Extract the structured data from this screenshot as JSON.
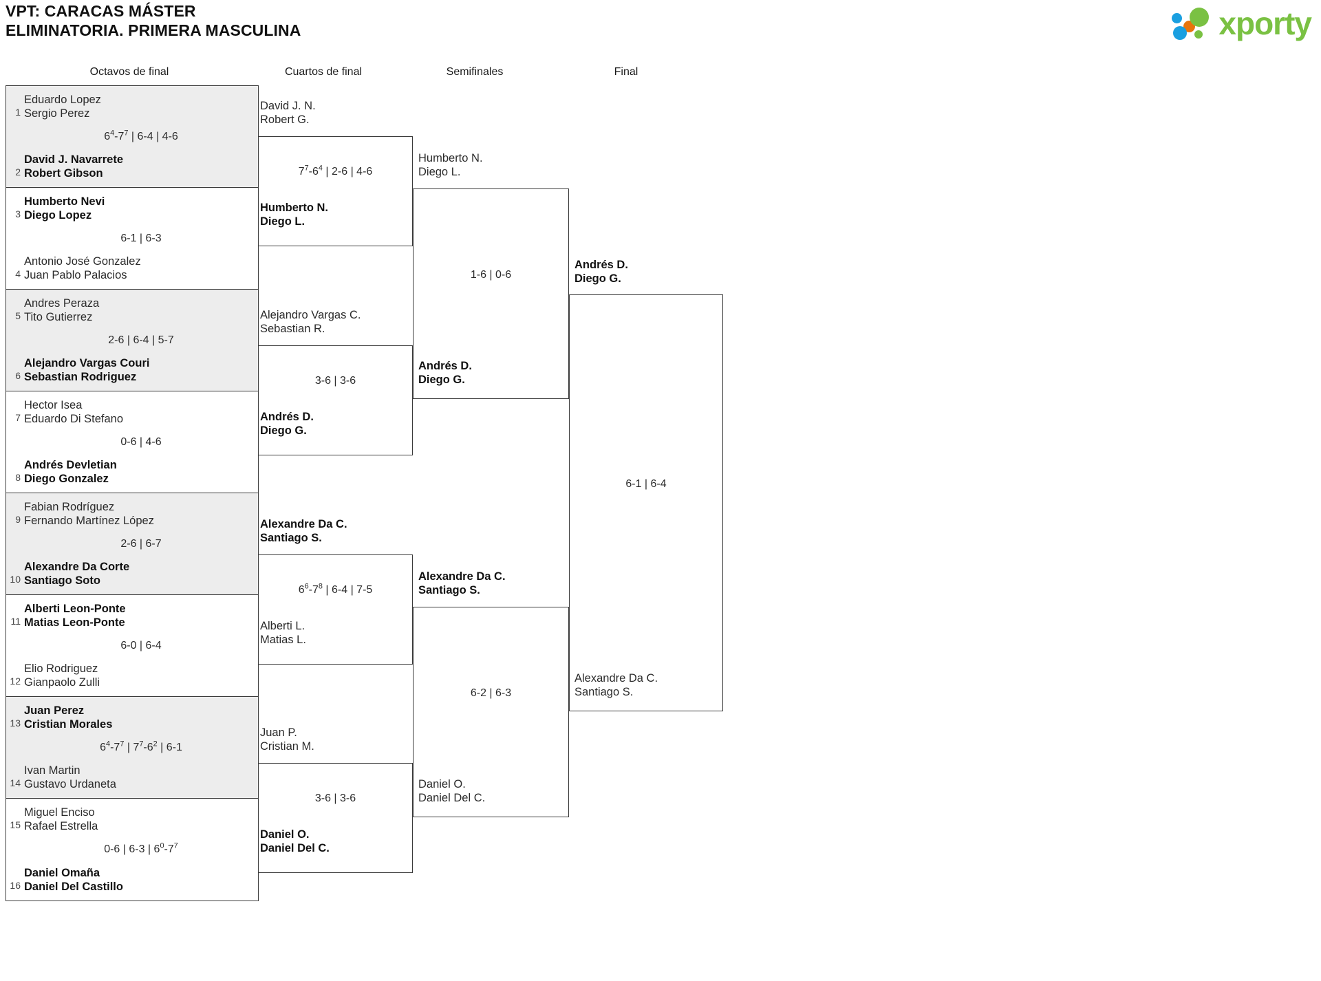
{
  "header": {
    "title_line1": "VPT: CARACAS MÁSTER",
    "title_line2": "ELIMINATORIA. PRIMERA MASCULINA",
    "logo_word": "xporty"
  },
  "rounds": [
    {
      "label": "Octavos de final"
    },
    {
      "label": "Cuartos de final"
    },
    {
      "label": "Semifinales"
    },
    {
      "label": "Final"
    }
  ],
  "bracket": {
    "round1": [
      {
        "seed_top": "1",
        "top_line1": "Eduardo Lopez",
        "top_line2": "Sergio Perez",
        "top_winner": false,
        "seed_bot": "2",
        "bot_line1": "David J. Navarrete",
        "bot_line2": "Robert Gibson",
        "bot_winner": true,
        "score": "6⁴-7⁷ | 6-4 | 4-6"
      },
      {
        "seed_top": "3",
        "top_line1": "Humberto Nevi",
        "top_line2": "Diego Lopez",
        "top_winner": true,
        "seed_bot": "4",
        "bot_line1": "Antonio José Gonzalez",
        "bot_line2": "Juan Pablo Palacios",
        "bot_winner": false,
        "score": "6-1 | 6-3"
      },
      {
        "seed_top": "5",
        "top_line1": "Andres Peraza",
        "top_line2": "Tito Gutierrez",
        "top_winner": false,
        "seed_bot": "6",
        "bot_line1": "Alejandro Vargas Couri",
        "bot_line2": "Sebastian Rodriguez",
        "bot_winner": true,
        "score": "2-6 | 6-4 | 5-7"
      },
      {
        "seed_top": "7",
        "top_line1": "Hector Isea",
        "top_line2": "Eduardo Di Stefano",
        "top_winner": false,
        "seed_bot": "8",
        "bot_line1": "Andrés Devletian",
        "bot_line2": "Diego Gonzalez",
        "bot_winner": true,
        "score": "0-6 | 4-6"
      },
      {
        "seed_top": "9",
        "top_line1": "Fabian Rodríguez",
        "top_line2": "Fernando Martínez López",
        "top_winner": false,
        "seed_bot": "10",
        "bot_line1": "Alexandre Da Corte",
        "bot_line2": "Santiago Soto",
        "bot_winner": true,
        "score": "2-6 | 6-7"
      },
      {
        "seed_top": "11",
        "top_line1": "Alberti Leon-Ponte",
        "top_line2": "Matias Leon-Ponte",
        "top_winner": true,
        "seed_bot": "12",
        "bot_line1": "Elio Rodriguez",
        "bot_line2": "Gianpaolo Zulli",
        "bot_winner": false,
        "score": "6-0 | 6-4"
      },
      {
        "seed_top": "13",
        "top_line1": "Juan Perez",
        "top_line2": "Cristian Morales",
        "top_winner": true,
        "seed_bot": "14",
        "bot_line1": "Ivan Martin",
        "bot_line2": "Gustavo Urdaneta",
        "bot_winner": false,
        "score": "6⁴-7⁷ | 7⁷-6² | 6-1"
      },
      {
        "seed_top": "15",
        "top_line1": "Miguel Enciso",
        "top_line2": "Rafael Estrella",
        "top_winner": false,
        "seed_bot": "16",
        "bot_line1": "Daniel Omaña",
        "bot_line2": "Daniel Del Castillo",
        "bot_winner": true,
        "score": "0-6 | 6-3 | 6⁰-7⁷"
      }
    ],
    "round2": [
      {
        "top_line1": "David J. N.",
        "top_line2": "Robert G.",
        "top_winner": false,
        "bot_line1": "Humberto N.",
        "bot_line2": "Diego L.",
        "bot_winner": true,
        "score": "7⁷-6⁴ | 2-6 | 4-6"
      },
      {
        "top_line1": "Alejandro Vargas C.",
        "top_line2": "Sebastian R.",
        "top_winner": false,
        "bot_line1": "Andrés D.",
        "bot_line2": "Diego G.",
        "bot_winner": true,
        "score": "3-6 | 3-6"
      },
      {
        "top_line1": "Alexandre Da C.",
        "top_line2": "Santiago S.",
        "top_winner": true,
        "bot_line1": "Alberti L.",
        "bot_line2": "Matias L.",
        "bot_winner": false,
        "score": "6⁶-7⁸ | 6-4 | 7-5"
      },
      {
        "top_line1": "Juan P.",
        "top_line2": "Cristian M.",
        "top_winner": false,
        "bot_line1": "Daniel O.",
        "bot_line2": "Daniel Del C.",
        "bot_winner": true,
        "score": "3-6 | 3-6"
      }
    ],
    "round3": [
      {
        "top_line1": "Humberto N.",
        "top_line2": "Diego L.",
        "top_winner": false,
        "bot_line1": "Andrés D.",
        "bot_line2": "Diego G.",
        "bot_winner": true,
        "score": "1-6 | 0-6"
      },
      {
        "top_line1": "Alexandre Da C.",
        "top_line2": "Santiago S.",
        "top_winner": true,
        "bot_line1": "Daniel O.",
        "bot_line2": "Daniel Del C.",
        "bot_winner": false,
        "score": "6-2 | 6-3"
      }
    ],
    "round4": [
      {
        "top_line1": "Andrés D.",
        "top_line2": "Diego G.",
        "top_winner": true,
        "bot_line1": "Alexandre Da C.",
        "bot_line2": "Santiago S.",
        "bot_winner": false,
        "score": "6-1 | 6-4"
      }
    ]
  }
}
